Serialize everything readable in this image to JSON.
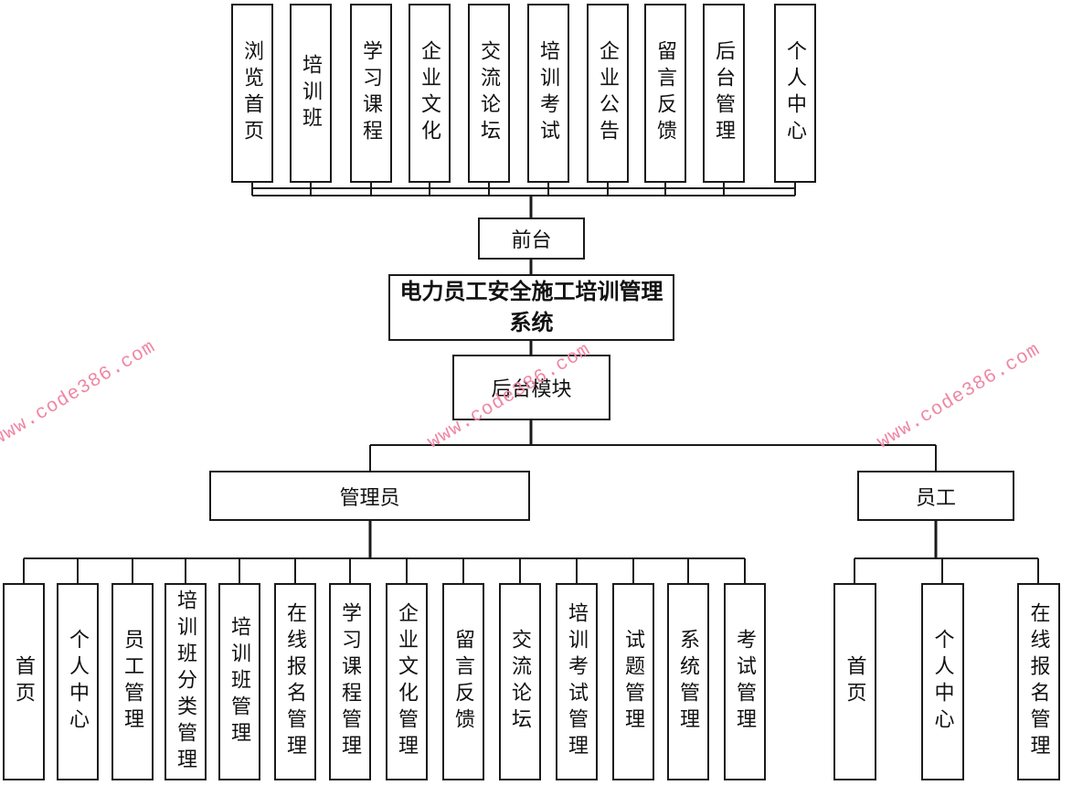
{
  "diagram": {
    "system": {
      "label": "电力员工安全施工培训管理系统"
    },
    "front": {
      "label": "前台",
      "modules": [
        "浏览首页",
        "培训班",
        "学习课程",
        "企业文化",
        "交流论坛",
        "培训考试",
        "企业公告",
        "留言反馈",
        "后台管理",
        "个人中心"
      ]
    },
    "backend": {
      "label": "后台模块",
      "admin": {
        "label": "管理员",
        "modules": [
          "首页",
          "个人中心",
          "员工管理",
          "培训班分类管理",
          "培训班管理",
          "在线报名管理",
          "学习课程管理",
          "企业文化管理",
          "留言反馈",
          "交流论坛",
          "培训考试管理",
          "试题管理",
          "系统管理",
          "考试管理"
        ]
      },
      "employee": {
        "label": "员工",
        "modules": [
          "首页",
          "个人中心",
          "在线报名管理"
        ]
      }
    }
  },
  "watermark": {
    "text": "www.code386.com",
    "color": "#ef87a5"
  },
  "colors": {
    "line": "#1a1a1a",
    "box_border": "#1a1a1a",
    "box_background": "#ffffff",
    "text": "#111111"
  }
}
